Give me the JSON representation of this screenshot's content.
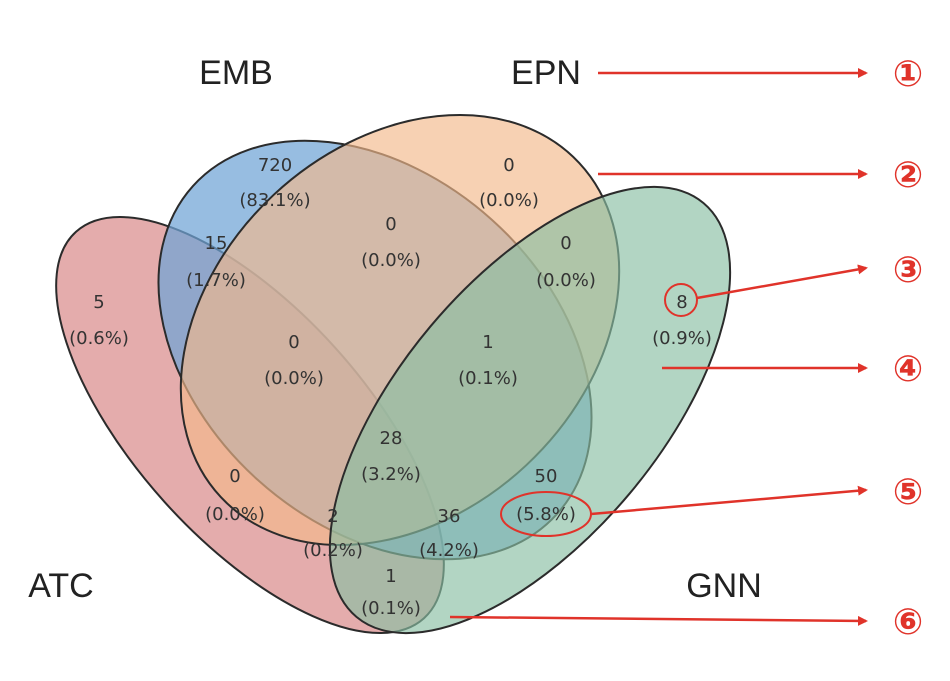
{
  "colors": {
    "ATC": "#d98c8c",
    "EMB": "#6fa3d6",
    "EPN": "#f2b98a",
    "GNN": "#88bfa3",
    "outline": "#2b2b2b",
    "annotation": "#e0332a"
  },
  "sets": [
    {
      "key": "EMB",
      "label": "EMB"
    },
    {
      "key": "EPN",
      "label": "EPN"
    },
    {
      "key": "ATC",
      "label": "ATC"
    },
    {
      "key": "GNN",
      "label": "GNN"
    }
  ],
  "regions": [
    {
      "id": "emb-only",
      "count": "720",
      "pct": "(83.1%)"
    },
    {
      "id": "epn-only",
      "count": "0",
      "pct": "(0.0%)"
    },
    {
      "id": "atc-only",
      "count": "5",
      "pct": "(0.6%)"
    },
    {
      "id": "gnn-only",
      "count": "8",
      "pct": "(0.9%)"
    },
    {
      "id": "atc-emb",
      "count": "15",
      "pct": "(1.7%)"
    },
    {
      "id": "emb-epn",
      "count": "0",
      "pct": "(0.0%)"
    },
    {
      "id": "epn-gnn",
      "count": "0",
      "pct": "(0.0%)"
    },
    {
      "id": "atc-emb-epn",
      "count": "0",
      "pct": "(0.0%)"
    },
    {
      "id": "emb-epn-gnn",
      "count": "1",
      "pct": "(0.1%)"
    },
    {
      "id": "all-four",
      "count": "28",
      "pct": "(3.2%)"
    },
    {
      "id": "atc-epn",
      "count": "0",
      "pct": "(0.0%)"
    },
    {
      "id": "emb-gnn",
      "count": "50",
      "pct": "(5.8%)"
    },
    {
      "id": "atc-epn-gnn",
      "count": "2",
      "pct": "(0.2%)"
    },
    {
      "id": "atc-emb-gnn",
      "count": "36",
      "pct": "(4.2%)"
    },
    {
      "id": "atc-gnn",
      "count": "1",
      "pct": "(0.1%)"
    }
  ],
  "callouts": [
    {
      "id": "callout-1",
      "label": "①"
    },
    {
      "id": "callout-2",
      "label": "②"
    },
    {
      "id": "callout-3",
      "label": "③"
    },
    {
      "id": "callout-4",
      "label": "④"
    },
    {
      "id": "callout-5",
      "label": "⑤"
    },
    {
      "id": "callout-6",
      "label": "⑥"
    }
  ]
}
